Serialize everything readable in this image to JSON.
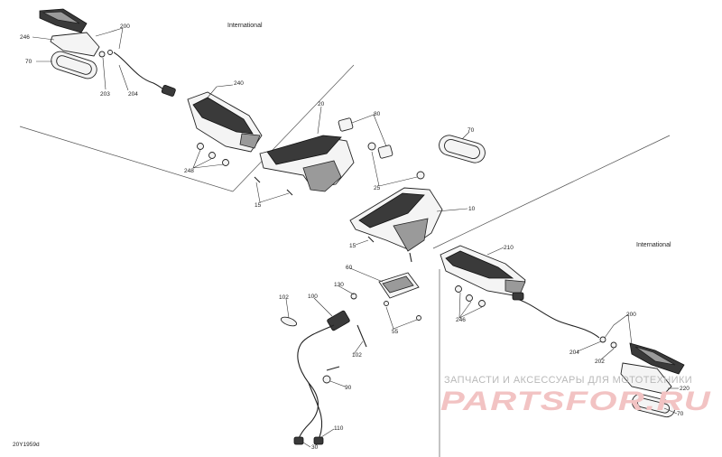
{
  "regions": {
    "top_left": "International",
    "right": "International"
  },
  "callouts": [
    {
      "id": "c200a",
      "text": "200"
    },
    {
      "id": "c246a",
      "text": "246"
    },
    {
      "id": "c70a",
      "text": "70"
    },
    {
      "id": "c203a",
      "text": "203"
    },
    {
      "id": "c204a",
      "text": "204"
    },
    {
      "id": "c240",
      "text": "240"
    },
    {
      "id": "c248",
      "text": "248"
    },
    {
      "id": "c20",
      "text": "20"
    },
    {
      "id": "c80",
      "text": "80"
    },
    {
      "id": "c70b",
      "text": "70"
    },
    {
      "id": "c25",
      "text": "25"
    },
    {
      "id": "c15a",
      "text": "15"
    },
    {
      "id": "c10",
      "text": "10"
    },
    {
      "id": "c15b",
      "text": "15"
    },
    {
      "id": "c210",
      "text": "210"
    },
    {
      "id": "c60",
      "text": "60"
    },
    {
      "id": "c102a",
      "text": "102"
    },
    {
      "id": "c100",
      "text": "100"
    },
    {
      "id": "c130",
      "text": "130"
    },
    {
      "id": "c55",
      "text": "55"
    },
    {
      "id": "c246b",
      "text": "246"
    },
    {
      "id": "c200b",
      "text": "200"
    },
    {
      "id": "c204b",
      "text": "204"
    },
    {
      "id": "c202",
      "text": "202"
    },
    {
      "id": "c102b",
      "text": "102"
    },
    {
      "id": "c90",
      "text": "90"
    },
    {
      "id": "c220",
      "text": "220"
    },
    {
      "id": "c70c",
      "text": "70"
    },
    {
      "id": "c110",
      "text": "110"
    },
    {
      "id": "c30",
      "text": "30"
    }
  ],
  "diagram_code": "20Y1959d",
  "watermark": {
    "caption": "ЗАПЧАСТИ И АКСЕССУАРЫ ДЛЯ МОТОТЕХНИКИ",
    "logo": "PARTSFOR.RU"
  }
}
